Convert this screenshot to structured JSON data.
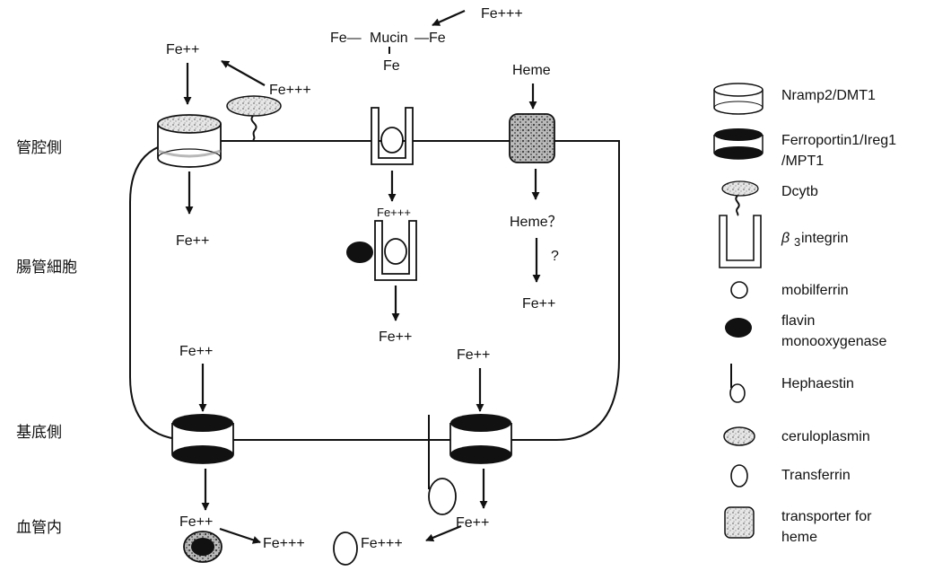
{
  "regions": {
    "lumen": "管腔側",
    "enterocyte": "腸管細胞",
    "basolateral": "基底側",
    "blood": "血管内"
  },
  "species": {
    "fe3_top": "Fe+++",
    "fe_mucin_left": "Fe—",
    "mucin": "Mucin",
    "fe_mucin_right": "—Fe",
    "fe_mucin_below": "Fe",
    "fe2_lumen": "Fe++",
    "fe3_dcytb": "Fe+++",
    "heme_lumen": "Heme",
    "fe2_inside_left": "Fe++",
    "fe3_integrin": "Fe+++",
    "fe2_inside_mid": "Fe++",
    "heme_inside": "Heme？",
    "question": "?",
    "fe2_inside_right": "Fe++",
    "fe2_baso_left": "Fe++",
    "fe2_baso_right": "Fe++",
    "fe2_blood_left": "Fe++",
    "fe3_blood_mid": "Fe+++",
    "fe3_blood_transferrin": "Fe+++",
    "fe2_blood_right": "Fe++"
  },
  "legend": [
    {
      "icon": "nramp2-dmt1-icon",
      "label": "Nramp2/DMT1"
    },
    {
      "icon": "ferroportin-icon",
      "label": "Ferroportin1/Ireg1",
      "label2": "/MPT1"
    },
    {
      "icon": "dcytb-icon",
      "label": "Dcytb"
    },
    {
      "icon": "beta3-integrin-icon",
      "label_symbol": "β",
      "label_sub": "3",
      "label": " integrin"
    },
    {
      "icon": "mobilferrin-icon",
      "label": "mobilferrin"
    },
    {
      "icon": "flavin-monooxygenase-icon",
      "label": "flavin",
      "label2": "monooxygenase"
    },
    {
      "icon": "hephaestin-icon",
      "label": "Hephaestin"
    },
    {
      "icon": "ceruloplasmin-icon",
      "label": "ceruloplasmin"
    },
    {
      "icon": "transferrin-icon",
      "label": "Transferrin"
    },
    {
      "icon": "heme-transporter-icon",
      "label": "transporter for",
      "label2": "heme"
    }
  ]
}
